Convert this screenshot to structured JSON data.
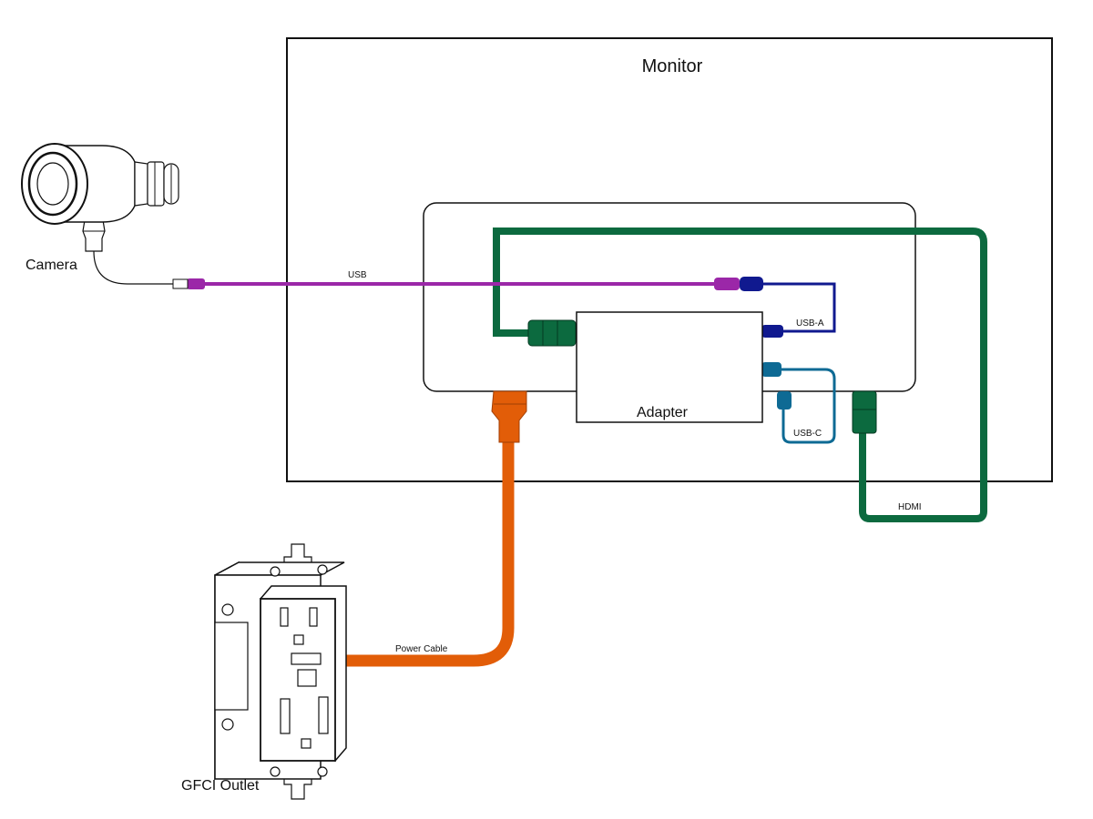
{
  "labels": {
    "monitor": "Monitor",
    "camera": "Camera",
    "adapter": "Adapter",
    "gfci_outlet": "GFCI Outlet"
  },
  "cables": {
    "usb": "USB",
    "usb_a": "USB-A",
    "usb_c": "USB-C",
    "hdmi": "HDMI",
    "power": "Power Cable"
  },
  "colors": {
    "usb": "#9b27a8",
    "usb_a": "#10198f",
    "usb_c": "#0e6a94",
    "hdmi": "#0c6a3f",
    "power": "#e25d08",
    "outline": "#111111"
  }
}
